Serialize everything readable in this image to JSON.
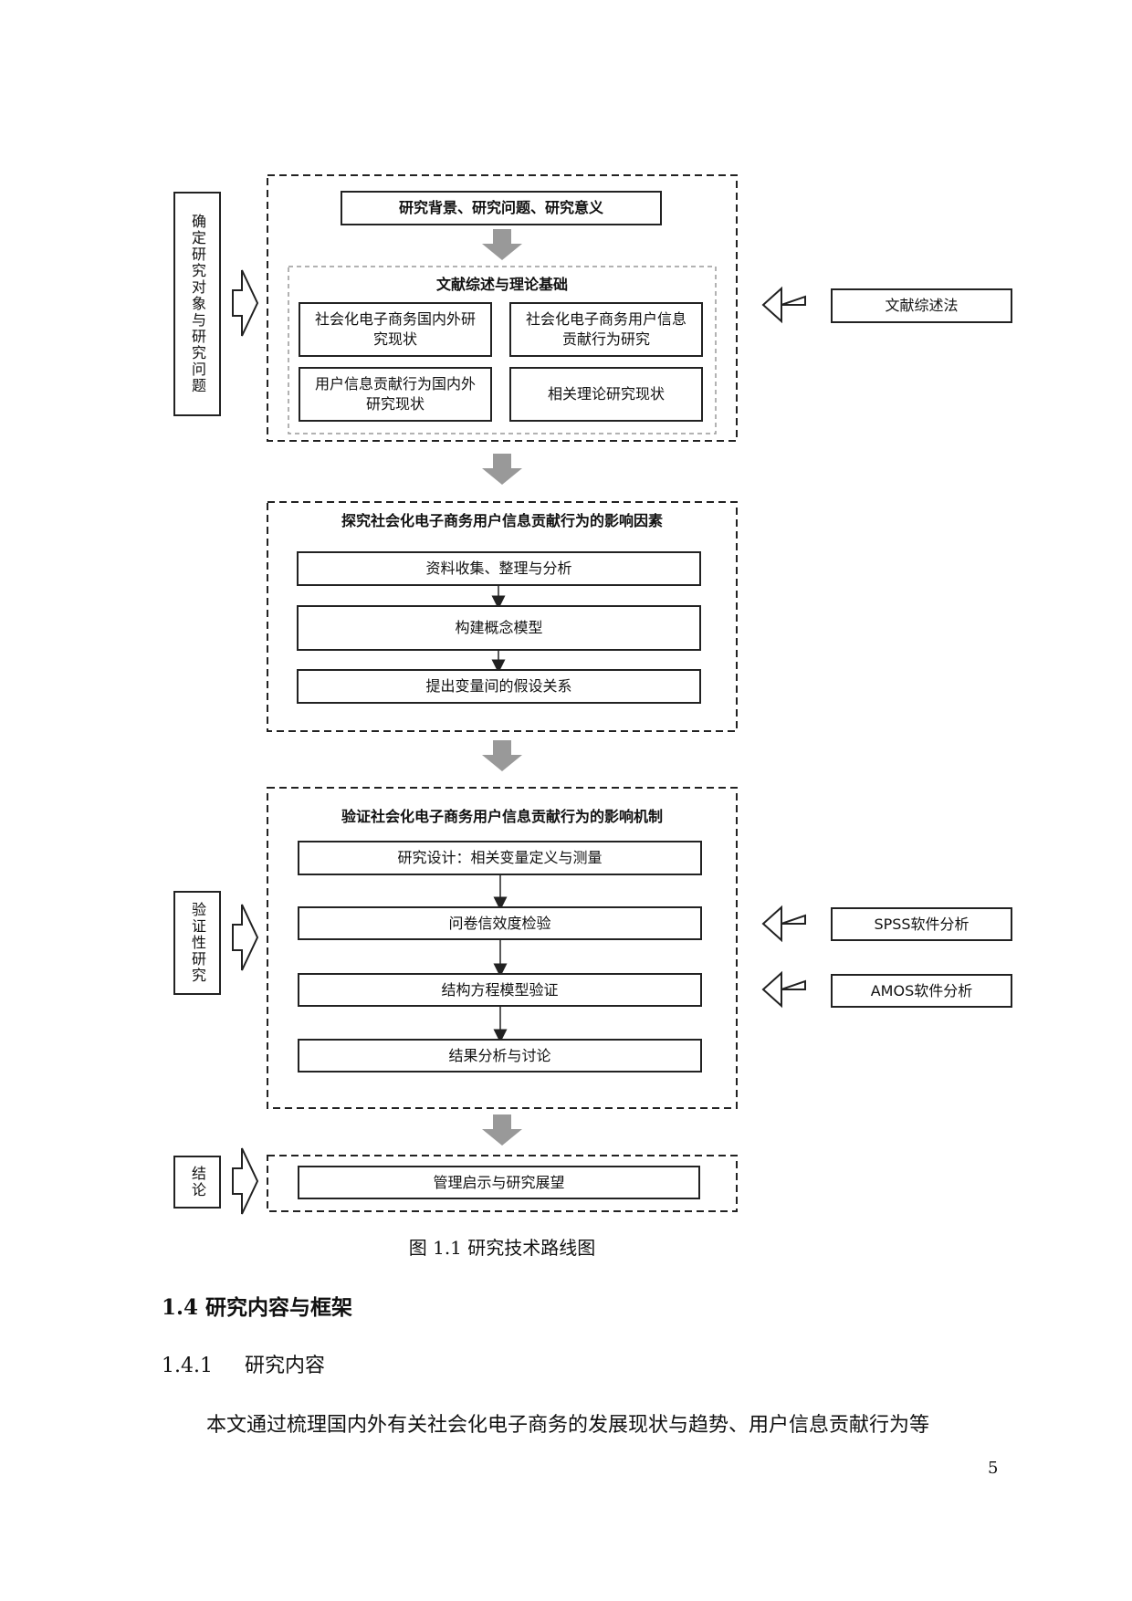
{
  "diagram": {
    "top_box": "研究背景、研究问题、研究意义",
    "lit_group_title": "文献综述与理论基础",
    "lit_items": [
      "社会化电子商务国内外研究现状",
      "社会化电子商务用户信息贡献行为研究",
      "用户信息贡献行为国内外研究现状",
      "相关理论研究现状"
    ],
    "explore_title": "探究社会化电子商务用户信息贡献行为的影响因素",
    "explore_steps": [
      "资料收集、整理与分析",
      "构建概念模型",
      "提出变量间的假设关系"
    ],
    "verify_title": "验证社会化电子商务用户信息贡献行为的影响机制",
    "verify_steps": [
      "研究设计：相关变量定义与测量",
      "问卷信效度检验",
      "结构方程模型验证",
      "结果分析与讨论"
    ],
    "conclusion_box": "管理启示与研究展望",
    "left_labels": [
      "确定研究对象与研究问题",
      "验证性研究",
      "结论"
    ],
    "right_methods": [
      "文献综述法",
      "SPSS软件分析",
      "AMOS软件分析"
    ]
  },
  "caption": "图 1.1  研究技术路线图",
  "section_heading": "1.4  研究内容与框架",
  "subsection_heading": "1.4.1     研究内容",
  "body_text": "本文通过梳理国内外有关社会化电子商务的发展现状与趋势、用户信息贡献行为等",
  "page_number": "5"
}
